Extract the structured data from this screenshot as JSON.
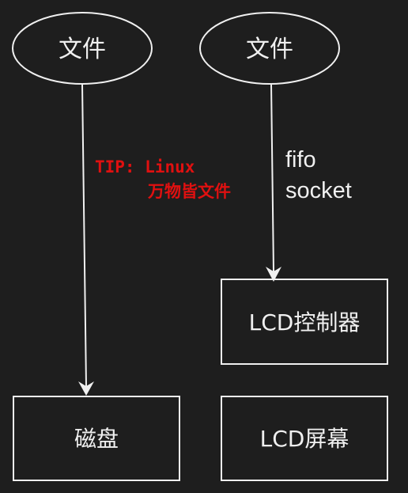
{
  "nodes": {
    "file_left": "文件",
    "file_right": "文件",
    "disk": "磁盘",
    "lcd_controller": "LCD控制器",
    "lcd_screen": "LCD屏幕"
  },
  "edge_labels": {
    "line1": "fifo",
    "line2": "socket"
  },
  "tip": {
    "line1": "TIP: Linux",
    "line2": "万物皆文件"
  },
  "colors": {
    "background": "#1e1e1e",
    "stroke": "#f0f0f0",
    "tip_text": "#e01010"
  }
}
